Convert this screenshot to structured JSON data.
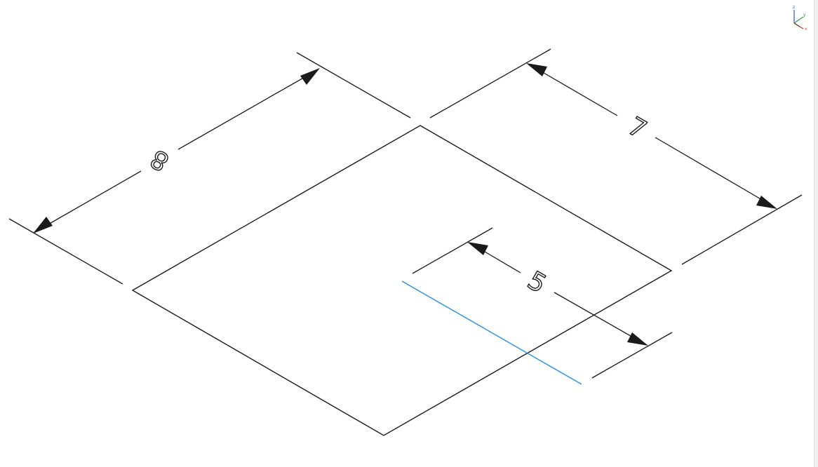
{
  "drawing": {
    "highlight_color": "#2a8ee8",
    "line_color": "#1a1a1a",
    "dimensions": [
      {
        "id": "dim-8",
        "value": "8"
      },
      {
        "id": "dim-7",
        "value": "7"
      },
      {
        "id": "dim-5",
        "value": "5"
      }
    ]
  },
  "axis_indicator": {
    "z_label": "z",
    "y_label": "y",
    "x_label": "x",
    "z_color": "#2b57d6",
    "y_color": "#2a9a3c",
    "x_color": "#d63a2b"
  }
}
